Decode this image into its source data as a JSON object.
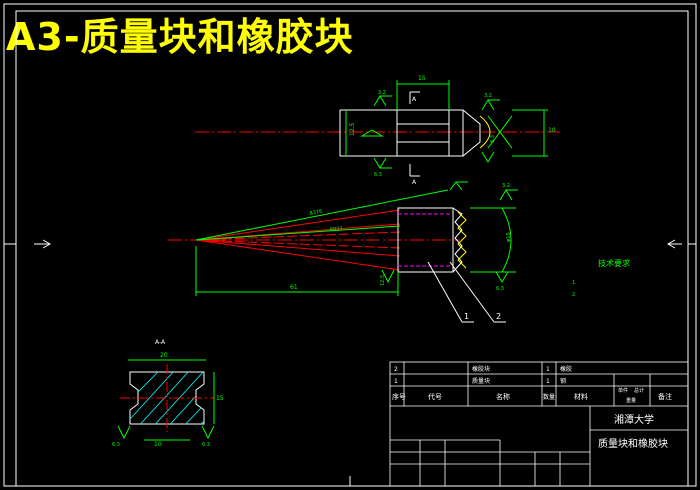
{
  "title": "A3-质量块和橡胶块",
  "tech": {
    "heading": "技术要求",
    "lines": [
      "1.",
      "2.",
      ""
    ]
  },
  "dims": {
    "top_width": "15",
    "top_height": "10",
    "top_left": "12.5",
    "cone_long": "61",
    "cone_angle": "5.1",
    "section": "A-A",
    "section_width": "20",
    "section_height": "15",
    "section_bottom": "10",
    "top_ra1": "3.2",
    "top_ra2": "6.3",
    "top_ra3": "3.2",
    "top_ra4": "6.3",
    "sec_ra1": "6.3",
    "sec_ra2": "6.3",
    "cut_a": "A"
  },
  "callouts": [
    "1",
    "2"
  ],
  "table": {
    "rows": [
      {
        "no": "2",
        "name": "橡胶块",
        "qty": "1",
        "mat": "橡胶"
      },
      {
        "no": "1",
        "name": "质量块",
        "qty": "1",
        "mat": "钢"
      }
    ],
    "header": {
      "no": "序号",
      "code": "代号",
      "name": "名称",
      "qty": "数量",
      "mat": "材料",
      "single": "单件",
      "total": "总计",
      "weight": "重量",
      "note": "备注"
    },
    "school": "湘潭大学",
    "drawing_name": "质量块和橡胶块"
  },
  "colors": {
    "frame": "#ffffff",
    "dim": "#00ff00",
    "center": "#ff0000",
    "part": "#ffffff",
    "hatch": "#00ffff",
    "title": "#ffff00",
    "rubber": "#ff00ff"
  }
}
